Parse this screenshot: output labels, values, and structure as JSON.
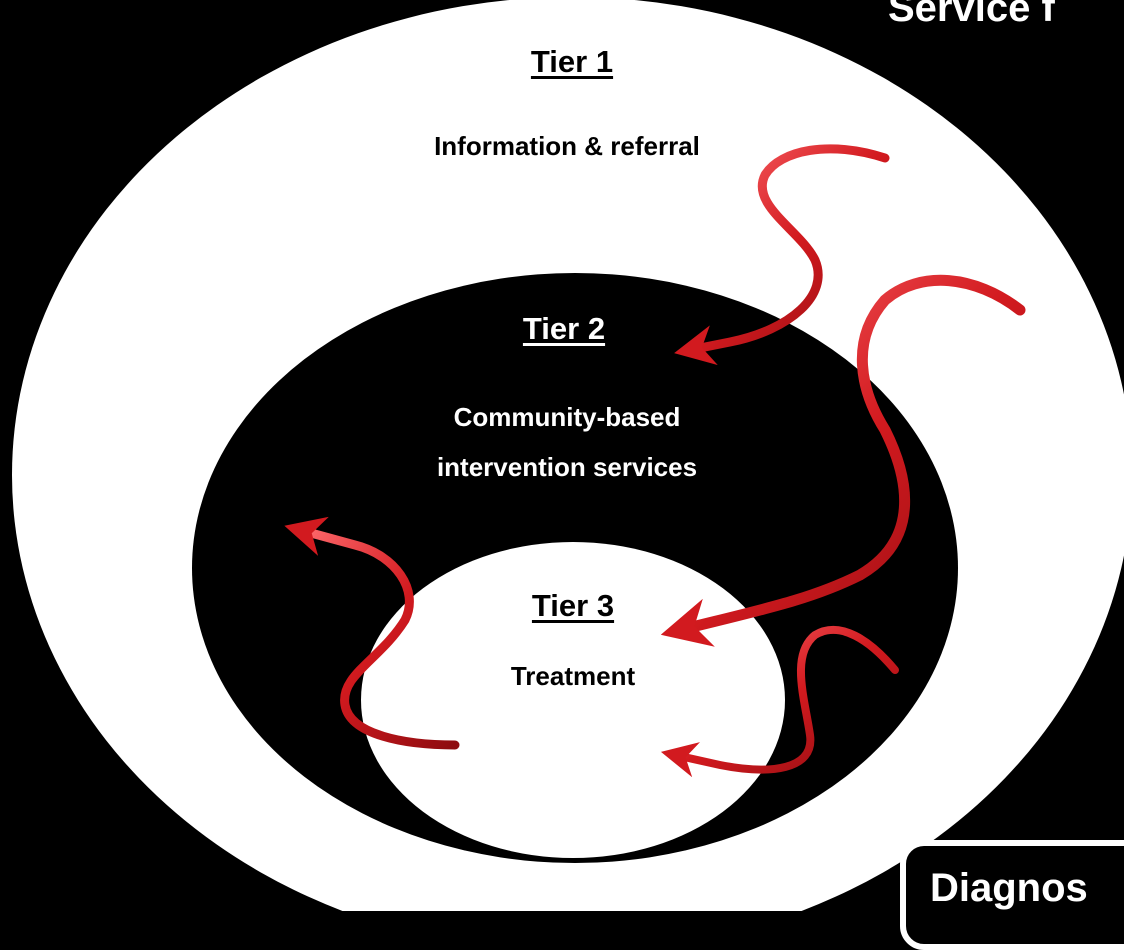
{
  "corner_title": "Service f",
  "tiers": [
    {
      "title": "Tier 1",
      "description": "Information & referral"
    },
    {
      "title": "Tier 2",
      "description_lines": [
        "Community-based",
        "intervention services"
      ]
    },
    {
      "title": "Tier 3",
      "description": "Treatment"
    }
  ],
  "diagnosis_box_label": "Diagnos",
  "colors": {
    "background": "#000000",
    "outer_ring": "#ffffff",
    "middle_ring": "#000000",
    "inner_ring": "#ffffff",
    "arrow": "#d21a1f"
  }
}
